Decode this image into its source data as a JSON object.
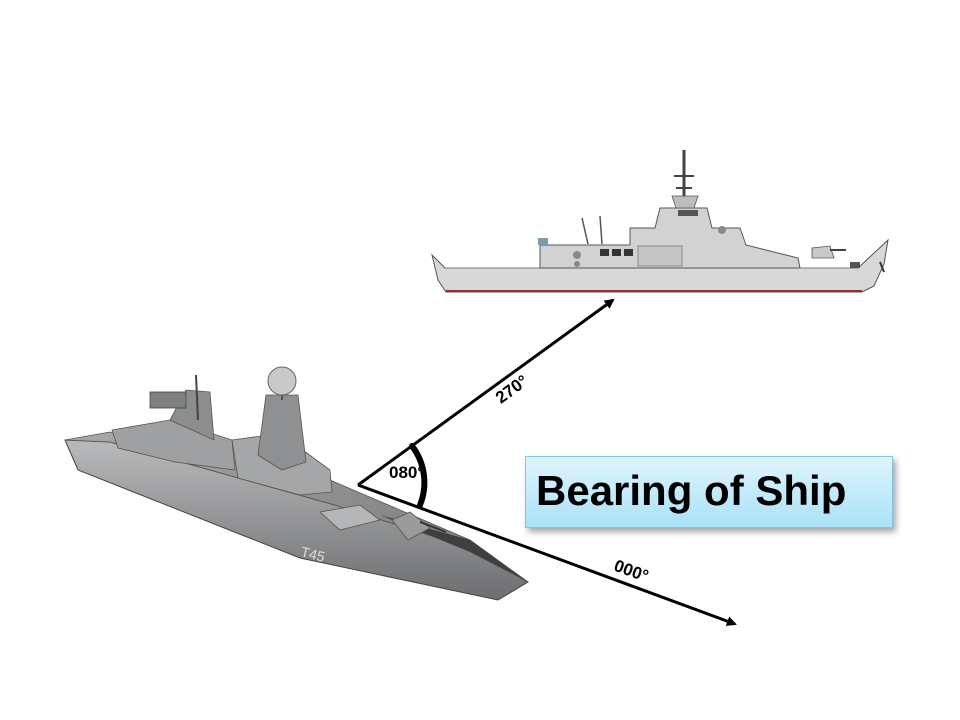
{
  "title": "Bearing of Ship",
  "angle_label": "080°",
  "bearing_top": "270°",
  "bearing_bottom": "000°",
  "hull_marking": "T45",
  "colors": {
    "title_box_top": "#dff4fc",
    "title_box_bottom": "#a9e2f7",
    "arrow": "#000000",
    "frigate_hull": "#d6d6d6",
    "frigate_waterline": "#9b2a2a",
    "destroyer_hull": "#8e8f90"
  },
  "icons": [
    "destroyer-ship",
    "frigate-ship",
    "angle-arc",
    "bearing-arrow-top",
    "bearing-arrow-bottom"
  ]
}
